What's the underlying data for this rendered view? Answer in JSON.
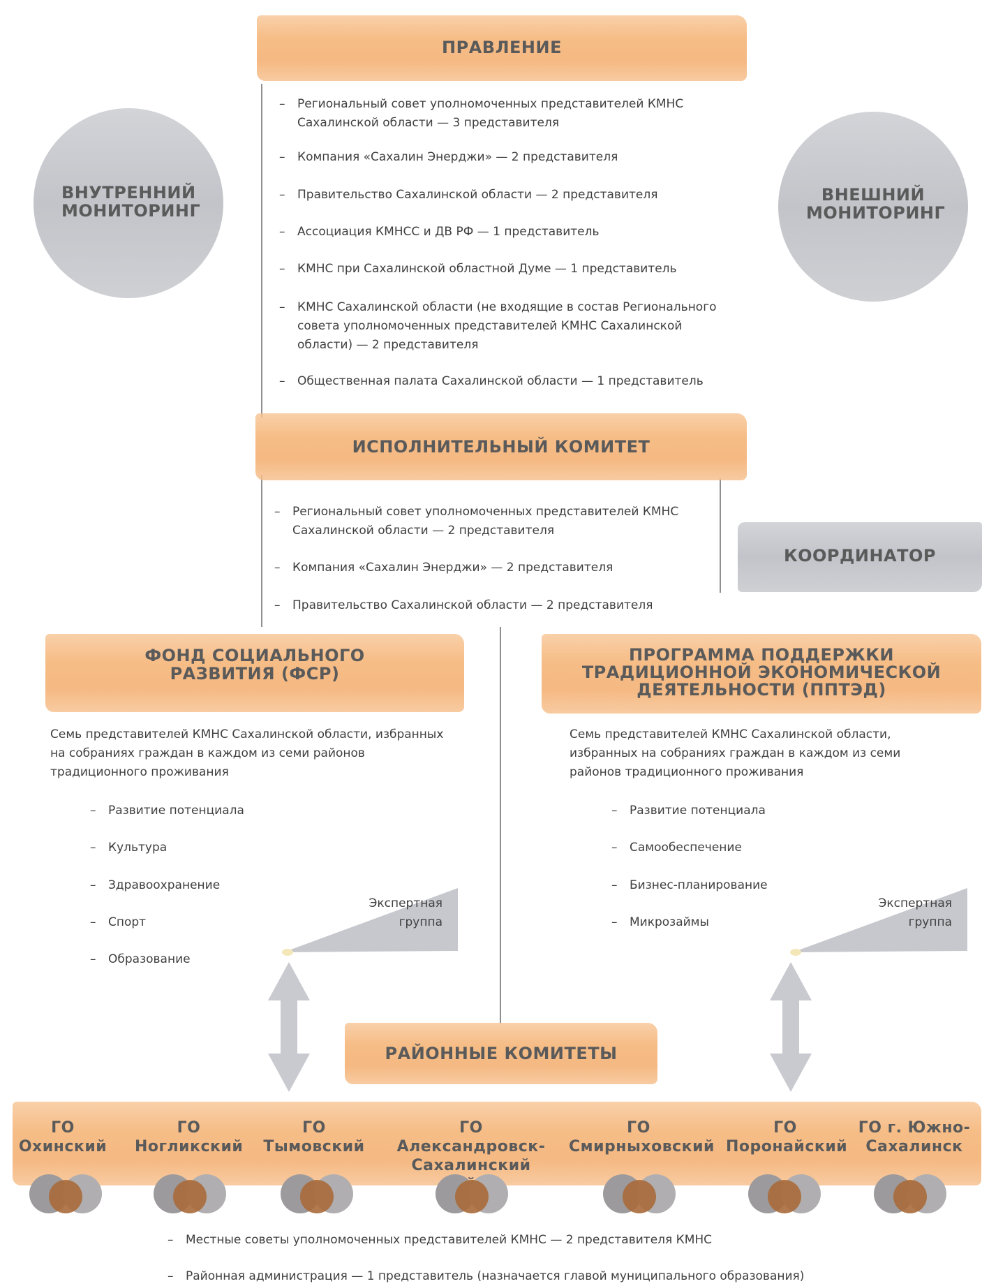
{
  "board": {
    "title": "ПРАВЛЕНИЕ",
    "items": [
      "Региональный совет уполномоченных представителей КМНС Сахалинской области — 3 представителя",
      "Компания «Сахалин Энерджи» — 2 представителя",
      "Правительство Сахалинской области — 2 представителя",
      "Ассоциация КМНСС и ДВ РФ — 1 представитель",
      "КМНС при Сахалинской областной Думе — 1 представитель",
      "КМНС Сахалинской области (не входящие в состав Регионального совета уполномоченных представителей КМНС Сахалинской области) — 2 представителя",
      "Общественная палата Сахалинской области — 1 представитель"
    ]
  },
  "internal_monitoring": "ВНУТРЕННИЙ МОНИТОРИНГ",
  "external_monitoring": "ВНЕШНИЙ МОНИТОРИНГ",
  "executive": {
    "title": "ИСПОЛНИТЕЛЬНЫЙ КОМИТЕТ",
    "items": [
      "Региональный совет уполномоченных представителей КМНС Сахалинской области — 2 представителя",
      "Компания «Сахалин Энерджи» — 2 представителя",
      "Правительство Сахалинской области — 2 представителя"
    ]
  },
  "coordinator": "КООРДИНАТОР",
  "fund": {
    "title": "ФОНД СОЦИАЛЬНОГО РАЗВИТИЯ (ФСР)",
    "description": "Семь представителей КМНС Сахалинской области, избранных на собраниях граждан в каждом из семи районов традиционного проживания",
    "items": [
      "Развитие потенциала",
      "Культура",
      "Здравоохранение",
      "Спорт",
      "Образование"
    ],
    "expert_group": "Экспертная группа"
  },
  "program": {
    "title": "ПРОГРАММА ПОДДЕРЖКИ ТРАДИЦИОННОЙ ЭКОНОМИЧЕСКОЙ ДЕЯТЕЛЬНОСТИ (ППТЭД)",
    "description": "Семь представителей КМНС Сахалинской области, избранных на собраниях граждан в каждом из семи районов традиционного проживания",
    "items": [
      "Развитие потенциала",
      "Самообеспечение",
      "Бизнес-планирование",
      "Микрозаймы"
    ],
    "expert_group": "Экспертная группа"
  },
  "district_committees": {
    "title": "РАЙОННЫЕ КОМИТЕТЫ",
    "districts": [
      "ГО Охинский",
      "ГО Ногликский",
      "ГО Тымовский",
      "ГО Александровск-Сахалинский район",
      "ГО Смирныховский",
      "ГО Поронайский",
      "ГО г. Южно-Сахалинск"
    ],
    "items": [
      "Местные советы уполномоченных представителей КМНС — 2 представителя КМНС",
      "Районная администрация — 1 представитель (назначается главой муниципального образования)"
    ]
  },
  "dash": "–",
  "colors": {
    "orange": "#f6bd87",
    "grey": "#c6c8cd",
    "brown": "#a86a3a",
    "text": "#3f3f3f",
    "heading": "#5a5a5a"
  }
}
